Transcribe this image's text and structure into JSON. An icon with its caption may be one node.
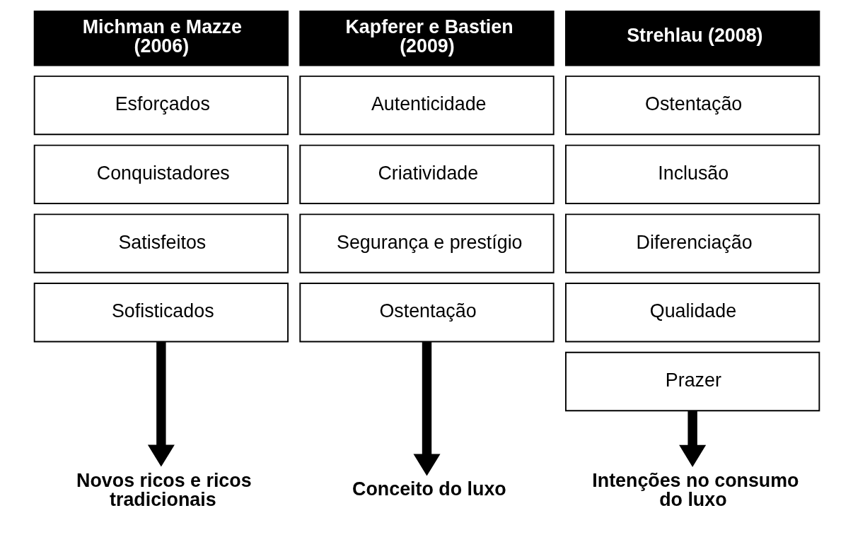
{
  "diagram": {
    "nodes": [
      {
        "text": [
          "Michman e Mazze (2006)"
        ]
      },
      {
        "text": [
          "Esforçados"
        ]
      },
      {
        "text": [
          "Conquistadores"
        ]
      },
      {
        "text": [
          "Satisfeitos"
        ]
      },
      {
        "text": [
          "Sofisticados"
        ]
      },
      {
        "text": [
          "Novos ricos e ricos tradicionais"
        ]
      },
      {
        "text": [
          "Kapferer e Bastien (2009)"
        ]
      },
      {
        "text": [
          "Autenticidade"
        ]
      },
      {
        "text": [
          "Criatividade"
        ]
      },
      {
        "text": [
          "Segurança e prestígio"
        ]
      },
      {
        "text": [
          "Ostentação"
        ]
      },
      {
        "text": [
          "Conceito do luxo"
        ]
      },
      {
        "text": [
          "Strehlau (2008)"
        ]
      },
      {
        "text": [
          "Ostentação"
        ]
      },
      {
        "text": [
          "Inclusão"
        ]
      },
      {
        "text": [
          "Diferenciação"
        ]
      },
      {
        "text": [
          "Qualidade"
        ]
      },
      {
        "text": [
          "Prazer"
        ]
      },
      {
        "text": [
          "Intenções no consumo do luxo"
        ]
      }
    ],
    "edges": [
      {
        "from": 4,
        "to": 5,
        "arrow": "to"
      },
      {
        "from": 10,
        "to": 11,
        "arrow": "to"
      },
      {
        "from": 17,
        "to": 18,
        "arrow": "to"
      }
    ]
  }
}
